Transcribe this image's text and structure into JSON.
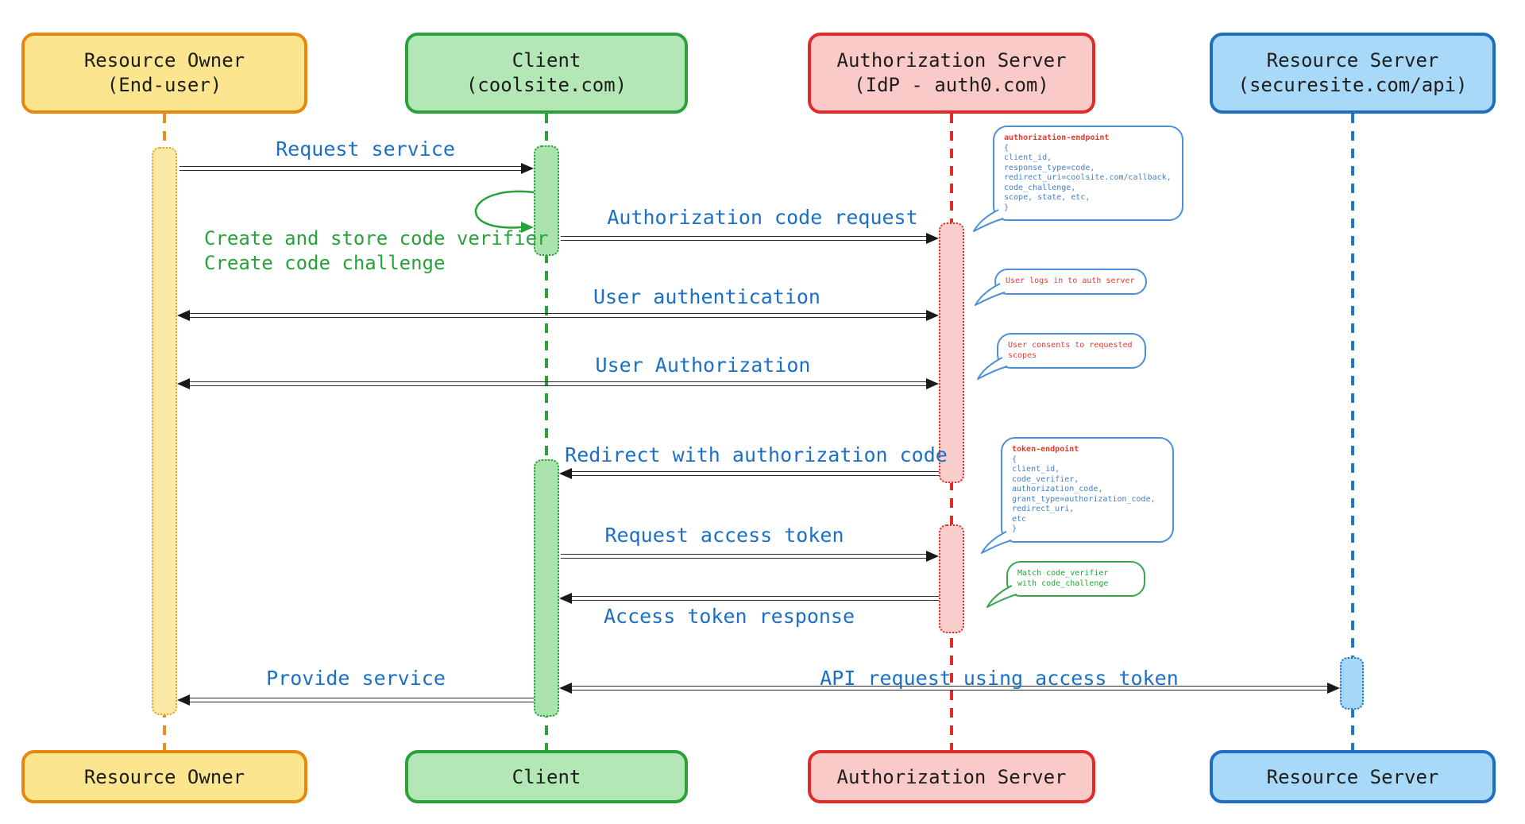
{
  "diagram_type": "sequence-diagram",
  "actors": [
    {
      "id": "resource-owner",
      "top_line1": "Resource Owner",
      "top_line2": "(End-user)",
      "bottom_label": "Resource Owner",
      "fill": "#fbe58e",
      "border": "#e8870e",
      "lifeline_color": "#f08c1a"
    },
    {
      "id": "client",
      "top_line1": "Client",
      "top_line2": "(coolsite.com)",
      "bottom_label": "Client",
      "fill": "#b4e7b6",
      "border": "#2ba13c",
      "lifeline_color": "#2ba13c"
    },
    {
      "id": "authorization-server",
      "top_line1": "Authorization Server",
      "top_line2": "(IdP - auth0.com)",
      "bottom_label": "Authorization Server",
      "fill": "#facac8",
      "border": "#e12b28",
      "lifeline_color": "#e12b28"
    },
    {
      "id": "resource-server",
      "top_line1": "Resource Server",
      "top_line2": "(securesite.com/api)",
      "bottom_label": "Resource Server",
      "fill": "#a9d9f8",
      "border": "#1e6fc2",
      "lifeline_color": "#2277cc"
    }
  ],
  "messages": {
    "request_service": "Request service",
    "auth_code_request": "Authorization code request",
    "user_authentication": "User authentication",
    "user_authorization": "User Authorization",
    "redirect_auth_code": "Redirect with authorization code",
    "request_access_token": "Request access token",
    "access_token_response": "Access token response",
    "provide_service": "Provide service",
    "api_request": "API request using access token"
  },
  "annotations": {
    "client_note_line1": "Create and store code verifier",
    "client_note_line2": "Create code challenge"
  },
  "bubbles": {
    "authorization_endpoint": {
      "title": "authorization-endpoint",
      "body": "{\nclient_id,\nresponse_type=code,\nredirect_uri=coolsite.com/callback,\ncode_challenge,\nscope, state, etc,\n}"
    },
    "user_login": {
      "text": "User logs in to auth server"
    },
    "user_consent": {
      "text": "User consents to requested\nscopes"
    },
    "token_endpoint": {
      "title": "token-endpoint",
      "body": "{\nclient_id,\ncode_verifier,\nauthorization_code,\ngrant_type=authorization_code,\nredirect_uri,\netc\n}"
    },
    "match_verifier": {
      "text": "Match code_verifier\nwith code_challenge"
    }
  },
  "colors": {
    "message_label_blue": "#1b6fc6",
    "note_green": "#27a23a",
    "bubble_text_red": "#e23c30",
    "bubble_outline_blue": "#4a8fd8",
    "bubble_outline_green": "#3aa34c",
    "arrow_black": "#1f1f1f"
  }
}
